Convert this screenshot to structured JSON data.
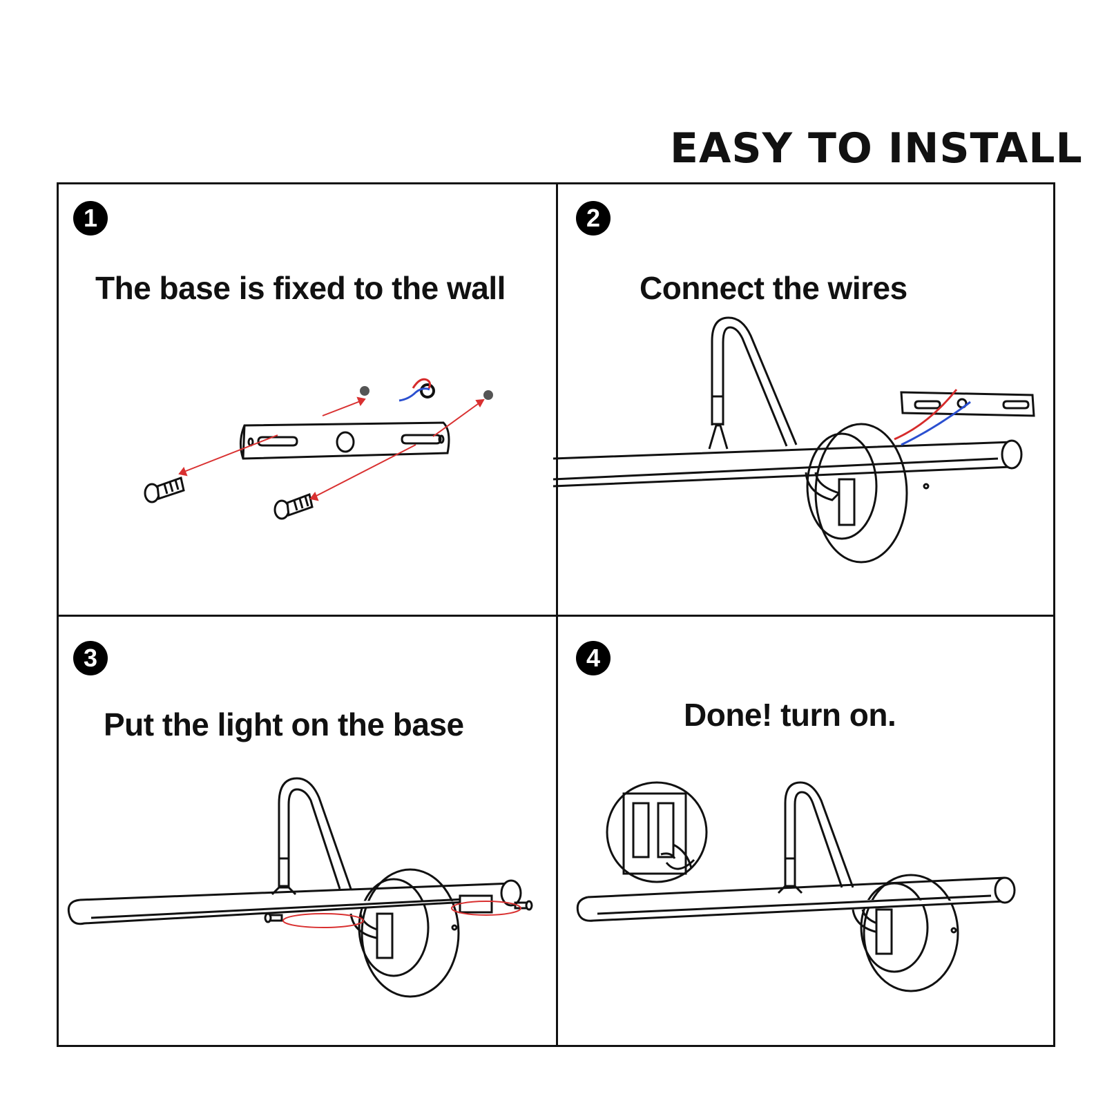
{
  "title": "EASY TO INSTALL",
  "steps": [
    {
      "number": "1",
      "caption": "The base is fixed to the wall"
    },
    {
      "number": "2",
      "caption": "Connect the wires"
    },
    {
      "number": "3",
      "caption": "Put the light on the base"
    },
    {
      "number": "4",
      "caption": "Done!  turn on."
    }
  ],
  "colors": {
    "line": "#111111",
    "wire_red": "#d62b2b",
    "wire_blue": "#2a4fd0",
    "arrow_red": "#d93030"
  }
}
